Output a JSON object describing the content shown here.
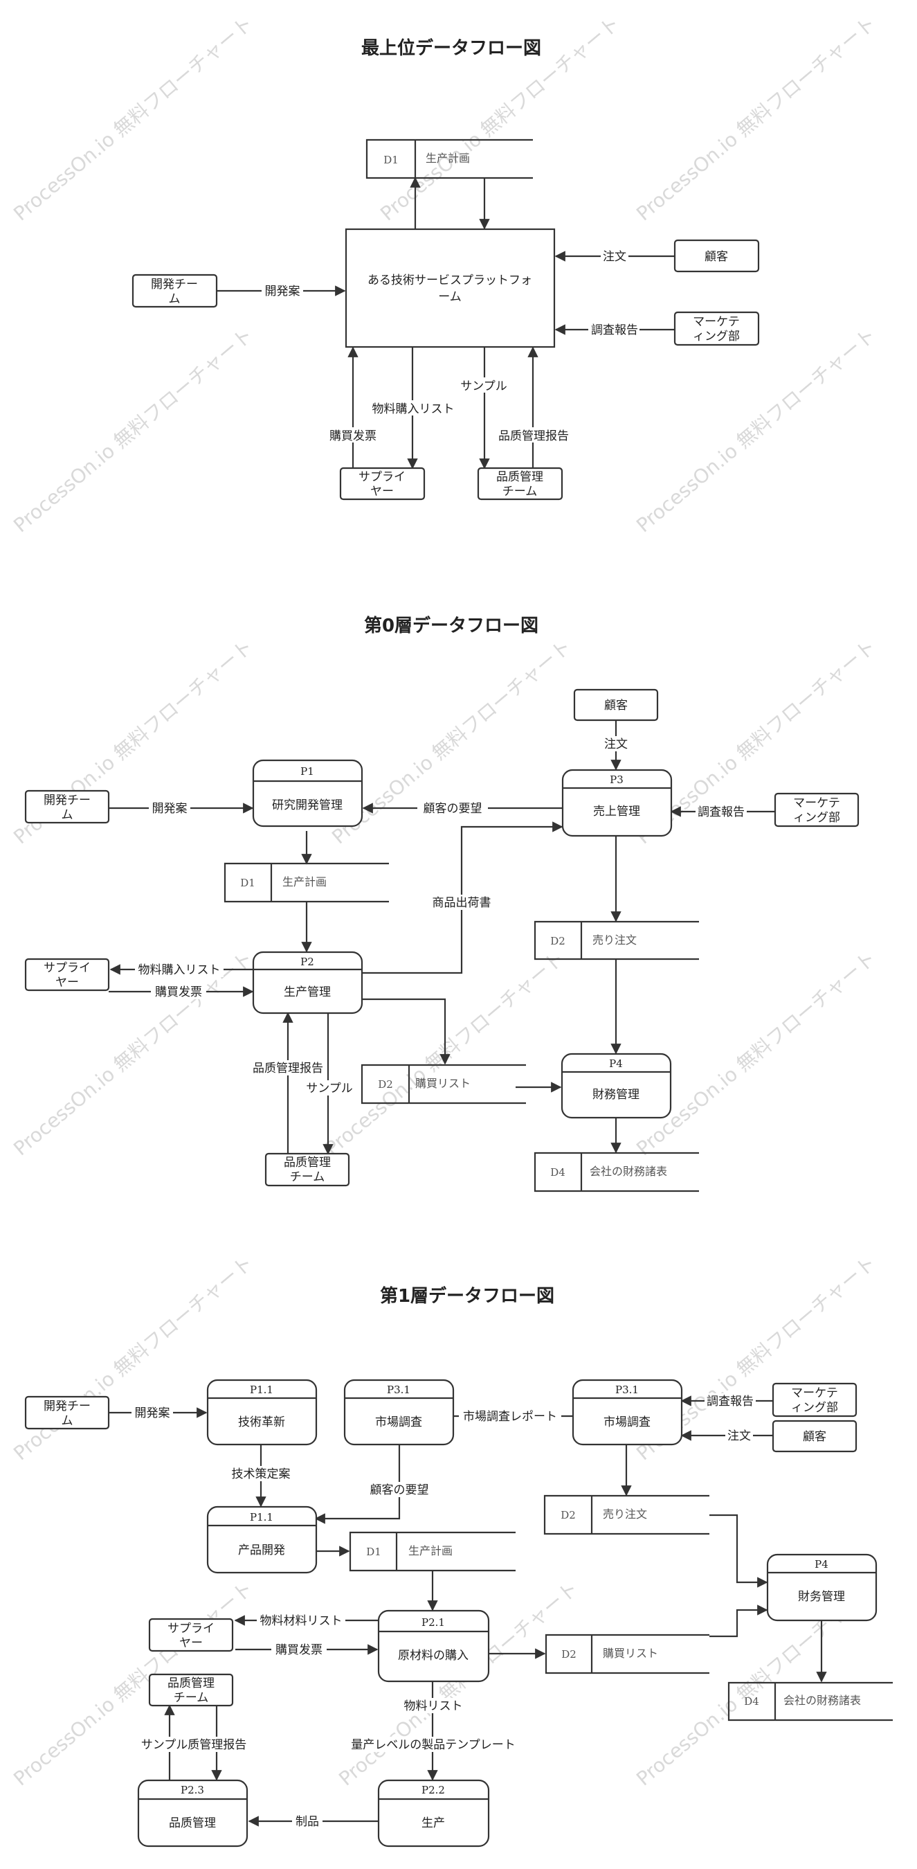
{
  "titles": {
    "top": "最上位データフロー図",
    "level0": "第0層データフロー図",
    "level1": "第1層データフロー図"
  },
  "watermark": "ProcessOn.io 無料フローチャート",
  "top": {
    "platform": "ある技術サービスプラットフォーム",
    "store_d1": {
      "id": "D1",
      "name": "生产計画"
    },
    "dev_team": "開発チーム",
    "customer": "顧客",
    "marketing": "マーケティング部",
    "supplier": "サプライヤー",
    "qc_team": "品质管理チーム",
    "flows": {
      "dev_plan": "開発案",
      "order": "注文",
      "survey": "調査報告",
      "purchase_list": "物料購入リスト",
      "invoice": "購買发票",
      "sample": "サンプル",
      "qc_report": "品质管理报告"
    }
  },
  "level0": {
    "p1": {
      "id": "P1",
      "name": "研究開発管理"
    },
    "p2": {
      "id": "P2",
      "name": "生产管理"
    },
    "p3": {
      "id": "P3",
      "name": "売上管理"
    },
    "p4": {
      "id": "P4",
      "name": "財務管理"
    },
    "d1": {
      "id": "D1",
      "name": "生产計画"
    },
    "d2a": {
      "id": "D2",
      "name": "売り注文"
    },
    "d2b": {
      "id": "D2",
      "name": "購買リスト"
    },
    "d4": {
      "id": "D4",
      "name": "会社の財務諸表"
    },
    "dev_team": "開発チーム",
    "customer": "顧客",
    "marketing": "マーケティング部",
    "supplier": "サプライヤー",
    "qc_team": "品质管理チーム",
    "flows": {
      "dev_plan": "開発案",
      "customer_needs": "顧客の要望",
      "order": "注文",
      "survey": "調査報告",
      "shipment": "商品出荷書",
      "purchase_list": "物料購入リスト",
      "invoice": "購買发票",
      "qc_report": "品质管理报告",
      "sample": "サンプル"
    }
  },
  "level1": {
    "p11a": {
      "id": "P1.1",
      "name": "技術革新"
    },
    "p31a": {
      "id": "P3.1",
      "name": "市場調査"
    },
    "p31b": {
      "id": "P3.1",
      "name": "市場調査"
    },
    "p11b": {
      "id": "P1.1",
      "name": "产品開発"
    },
    "p4": {
      "id": "P4",
      "name": "財务管理"
    },
    "p21": {
      "id": "P2.1",
      "name": "原材料の購入"
    },
    "p22": {
      "id": "P2.2",
      "name": "生产"
    },
    "p23": {
      "id": "P2.3",
      "name": "品质管理"
    },
    "d1": {
      "id": "D1",
      "name": "生产計画"
    },
    "d2a": {
      "id": "D2",
      "name": "売り注文"
    },
    "d2b": {
      "id": "D2",
      "name": "購買リスト"
    },
    "d4": {
      "id": "D4",
      "name": "会社の財務諸表"
    },
    "dev_team": "開発チーム",
    "customer": "顧客",
    "marketing": "マーケティング部",
    "supplier": "サプライヤー",
    "qc_team": "品质管理チーム",
    "flows": {
      "dev_plan": "開発案",
      "market_report": "市場調査レポート",
      "survey": "調査報告",
      "order": "注文",
      "tech_plan": "技术策定案",
      "customer_needs": "顧客の要望",
      "material_list": "物料材料リスト",
      "invoice": "購買发票",
      "materials": "物料リスト",
      "template": "量产レベルの製品テンプレート",
      "sample_report": "サンプル质管理报告",
      "product": "制品"
    }
  }
}
